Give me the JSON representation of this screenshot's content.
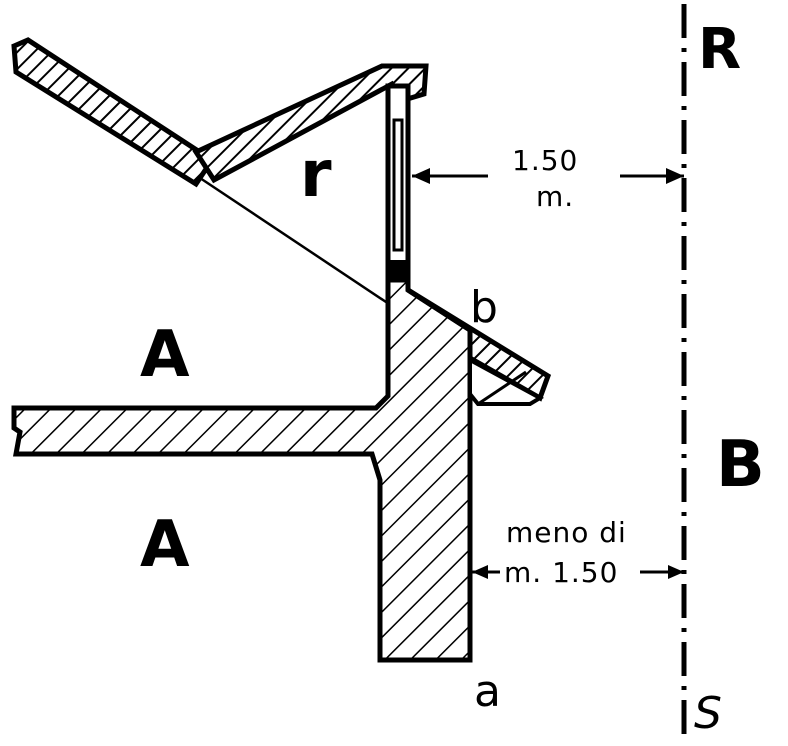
{
  "labels": {
    "R": "R",
    "r": "r",
    "dim_top_value": "1.50",
    "dim_top_unit": "m.",
    "b": "b",
    "A_upper": "A",
    "A_lower": "A",
    "B": "B",
    "meno_di": "meno di",
    "dim_bottom": "m. 1.50",
    "a": "a",
    "S": "S"
  },
  "colors": {
    "ink": "#000000",
    "paper": "#ffffff"
  }
}
